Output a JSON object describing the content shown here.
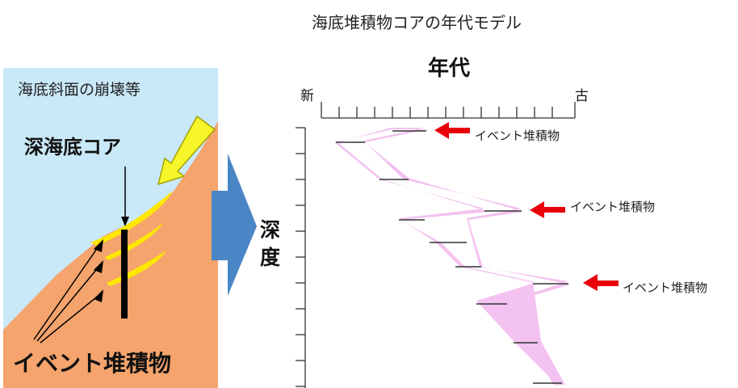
{
  "title": "海底堆積物コアの年代モデル",
  "left_panel": {
    "caption": "海底斜面の崩壊等",
    "core_label": "深海底コア",
    "event_label": "イベント堆積物",
    "colors": {
      "sky": "#c9e8f8",
      "slope": "#f4a46c",
      "deposit": "#ffea00",
      "arrow": "#f5f52a",
      "core": "#000000"
    }
  },
  "right_panel": {
    "x_title": "年代",
    "x_left_label": "新",
    "x_right_label": "古",
    "y_title": "深度",
    "event_labels": [
      "イベント堆積物",
      "イベント堆積物",
      "イベント堆積物"
    ],
    "colors": {
      "band": "#f3c2f0",
      "marker_arrow": "#e8000b",
      "flow_arrow": "#4a86c6",
      "ticks": "#333333"
    }
  }
}
